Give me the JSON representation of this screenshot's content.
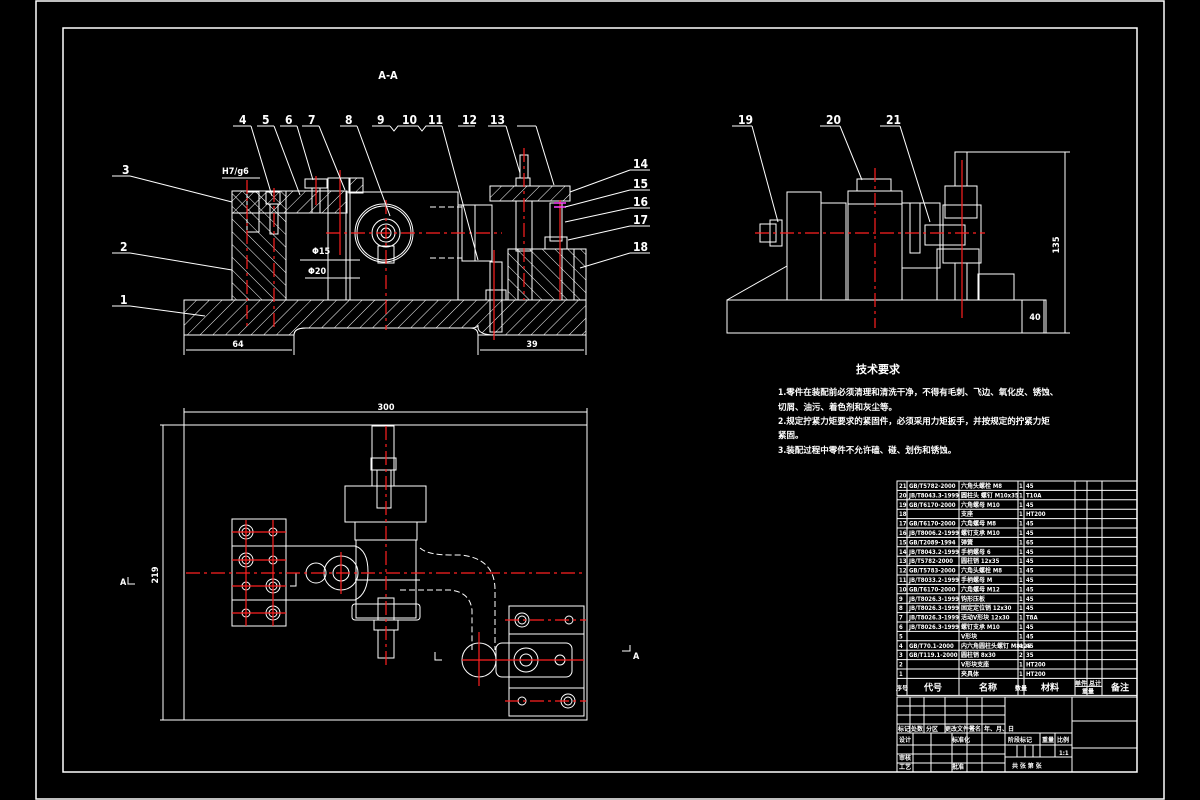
{
  "drawing": {
    "type": "Assembly drawing (fixture) — CAD viewport, black background",
    "section_label": "A-A",
    "section_marker_left": "A",
    "section_marker_right": "A",
    "balloons": [
      "1",
      "2",
      "3",
      "4",
      "5",
      "6",
      "7",
      "8",
      "9",
      "10",
      "11",
      "12",
      "13",
      "14",
      "15",
      "16",
      "17",
      "18",
      "19",
      "20",
      "21"
    ],
    "dimensions": {
      "front_left": "64",
      "front_right": "39",
      "plan_width": "300",
      "plan_height": "219",
      "side_height": "135",
      "side_base": "40",
      "fit_label_1": "H7/g6",
      "fit_label_2": "Φ15",
      "fit_label_3": "Φ20"
    },
    "colors": {
      "background": "#000000",
      "line": "#ffffff",
      "centerline": "#ff2020",
      "highlight": "#ff40ff"
    }
  },
  "tech_requirements": {
    "title": "技术要求",
    "lines": [
      "1.零件在装配前必须清理和清洗干净，不得有毛刺、飞边、氧化皮、锈蚀、",
      "切屑、油污、着色剂和灰尘等。",
      "2.规定拧紧力矩要求的紧固件，必须采用力矩扳手，并按规定的拧紧力矩",
      "紧固。",
      "3.装配过程中零件不允许磕、碰、划伤和锈蚀。"
    ]
  },
  "parts_list": {
    "headers": {
      "seq": "序号",
      "code": "代号",
      "name": "名称",
      "qty": "数量",
      "material": "材料",
      "single": "单件",
      "total": "总计",
      "weight": "重量",
      "remark": "备注"
    },
    "rows": [
      {
        "no": "21",
        "code": "GB/T5782-2000",
        "name": "六角头螺栓 M8",
        "qty": "1",
        "mat": "45"
      },
      {
        "no": "20",
        "code": "JB/T8043.3-1999",
        "name": "圆柱头 螺钉 M10x35",
        "qty": "1",
        "mat": "T10A"
      },
      {
        "no": "19",
        "code": "GB/T6170-2000",
        "name": "六角螺母 M10",
        "qty": "1",
        "mat": "45"
      },
      {
        "no": "18",
        "code": "",
        "name": "支座",
        "qty": "1",
        "mat": "HT200"
      },
      {
        "no": "17",
        "code": "GB/T6170-2000",
        "name": "六角螺母 M8",
        "qty": "1",
        "mat": "45"
      },
      {
        "no": "16",
        "code": "JB/T8006.2-1999",
        "name": "螺钉支承 M10",
        "qty": "1",
        "mat": "45"
      },
      {
        "no": "15",
        "code": "GB/T2089-1994",
        "name": "弹簧",
        "qty": "1",
        "mat": "65"
      },
      {
        "no": "14",
        "code": "JB/T8043.2-1999",
        "name": "手柄螺母 6",
        "qty": "1",
        "mat": "45"
      },
      {
        "no": "13",
        "code": "JB/T5782-2000",
        "name": "圆柱销 12x35",
        "qty": "1",
        "mat": "45"
      },
      {
        "no": "12",
        "code": "GB/T5783-2000",
        "name": "六角头螺栓 M8",
        "qty": "1",
        "mat": "45"
      },
      {
        "no": "11",
        "code": "JB/T8033.2-1999",
        "name": "手柄螺母 M",
        "qty": "1",
        "mat": "45"
      },
      {
        "no": "10",
        "code": "GB/T6170-2000",
        "name": "六角螺母 M12",
        "qty": "1",
        "mat": "45"
      },
      {
        "no": "9",
        "code": "JB/T8026.3-1999",
        "name": "钩形压板",
        "qty": "1",
        "mat": "45"
      },
      {
        "no": "8",
        "code": "JB/T8026.3-1999",
        "name": "固定定位销 12x30",
        "qty": "1",
        "mat": "45"
      },
      {
        "no": "7",
        "code": "JB/T8026.3-1999",
        "name": "活动V形块 12x30",
        "qty": "1",
        "mat": "T8A"
      },
      {
        "no": "6",
        "code": "JB/T8026.3-1999",
        "name": "螺钉支承 M10",
        "qty": "1",
        "mat": "45"
      },
      {
        "no": "5",
        "code": "",
        "name": "V形块",
        "qty": "1",
        "mat": "45"
      },
      {
        "no": "4",
        "code": "GB/T70.1-2000",
        "name": "内六角圆柱头螺钉 M8x25",
        "qty": "4",
        "mat": "45"
      },
      {
        "no": "3",
        "code": "GB/T119.1-2000",
        "name": "圆柱销 8x30",
        "qty": "2",
        "mat": "35"
      },
      {
        "no": "2",
        "code": "",
        "name": "V形块支座",
        "qty": "1",
        "mat": "HT200"
      },
      {
        "no": "1",
        "code": "",
        "name": "夹具体",
        "qty": "1",
        "mat": "HT200"
      }
    ]
  },
  "title_block": {
    "row_labels": [
      "标记",
      "处数",
      "分区",
      "更改文件号",
      "签名",
      "年、月、日"
    ],
    "design": "设计",
    "standardize": "标准化",
    "review": "审核",
    "process": "工艺",
    "approve": "批准",
    "stage_mark": "阶段标记",
    "weight": "重量",
    "scale": "比例",
    "scale_value": "1:1",
    "sheets": "共  张  第  张"
  }
}
